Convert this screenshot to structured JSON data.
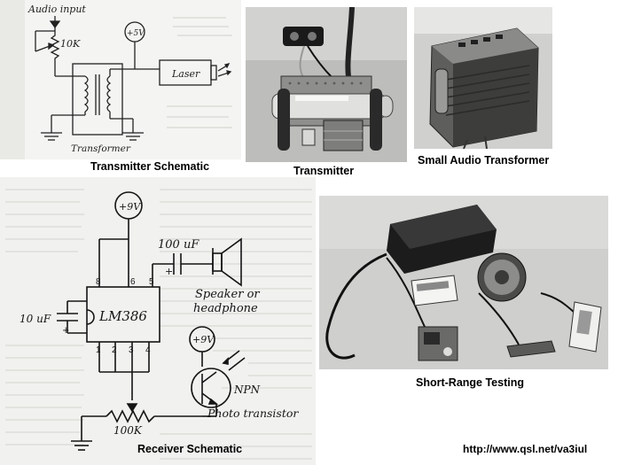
{
  "transmitter_schematic": {
    "labels": {
      "audio_input": "Audio input",
      "pot": "10K",
      "supply": "+5V",
      "laser": "Laser",
      "transformer": "Transformer"
    },
    "caption": "Transmitter Schematic"
  },
  "transmitter_photo": {
    "caption": "Transmitter"
  },
  "transformer_photo": {
    "caption": "Small Audio Transformer"
  },
  "receiver_schematic": {
    "labels": {
      "supply_top": "+9V",
      "cap_out": "100 uF",
      "cap_out_plus": "+",
      "cap_in": "10 uF",
      "cap_in_plus": "+",
      "ic": "LM386",
      "pin8": "8",
      "pin6": "6",
      "pin5": "5",
      "pin1": "1",
      "pin2": "2",
      "pin3": "3",
      "pin4": "4",
      "speaker_line1": "Speaker or",
      "speaker_line2": "headphone",
      "supply_pt": "+9V",
      "npn": "NPN",
      "photo_transistor": "Photo transistor",
      "pot": "100K"
    },
    "caption": "Receiver Schematic"
  },
  "testing_photo": {
    "caption": "Short-Range Testing"
  },
  "footer": {
    "url": "http://www.qsl.net/va3iul"
  }
}
